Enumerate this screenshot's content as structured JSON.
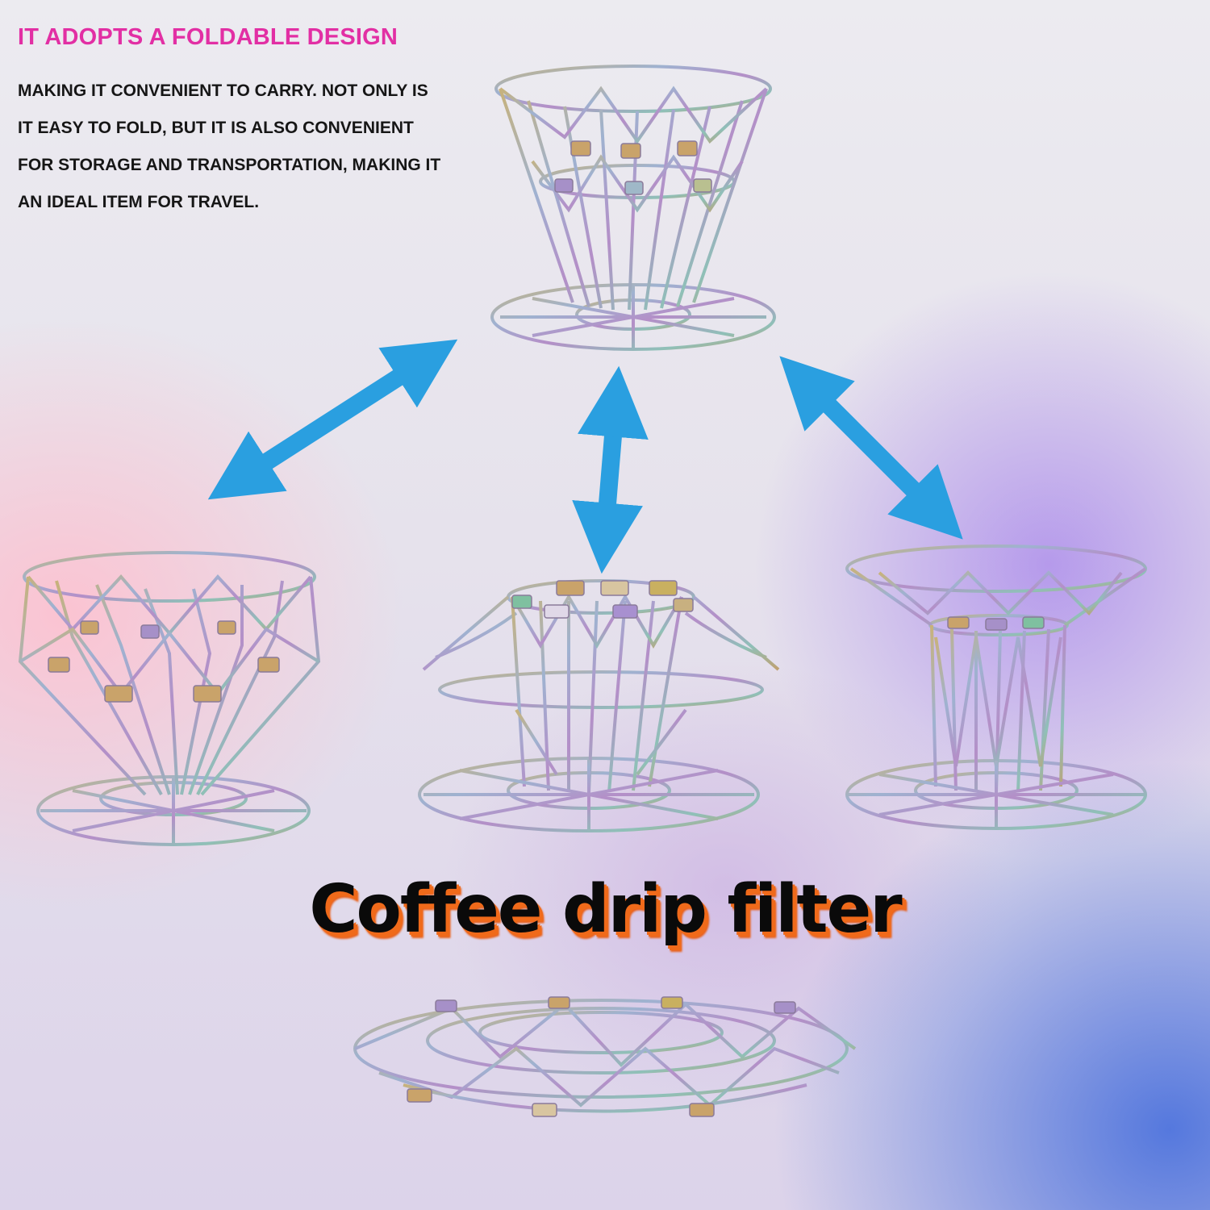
{
  "headline": "IT ADOPTS A FOLDABLE DESIGN",
  "description_lines": [
    "MAKING IT CONVENIENT TO CARRY.  NOT ONLY IS",
    "IT EASY TO FOLD, BUT IT IS ALSO CONVENIENT",
    "FOR STORAGE AND TRANSPORTATION, MAKING IT",
    "AN IDEAL ITEM FOR TRAVEL."
  ],
  "product_title": "Coffee drip filter",
  "colors": {
    "headline": "#e22fa4",
    "body_text": "#161616",
    "arrows": "#2a9fe0",
    "title_shadow": "#f06a1a",
    "wire": "#8fa0c0"
  },
  "icons": [
    "double-arrow-icon",
    "wire-filter-illustration"
  ]
}
